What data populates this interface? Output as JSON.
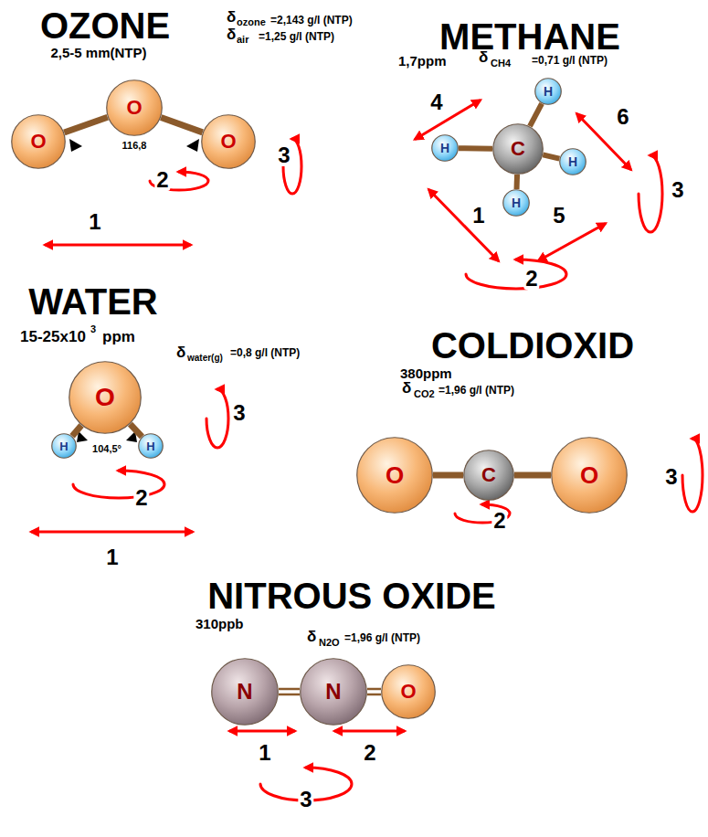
{
  "diagram": {
    "nodes": [
      {
        "text": [
          "O"
        ]
      },
      {
        "text": [
          "O"
        ]
      },
      {
        "text": [
          "O"
        ]
      },
      {
        "text": [
          "H"
        ]
      },
      {
        "text": [
          "H"
        ]
      },
      {
        "text": [
          "C"
        ]
      },
      {
        "text": [
          "H"
        ]
      },
      {
        "text": [
          "H"
        ]
      },
      {
        "text": [
          "O"
        ]
      },
      {
        "text": [
          "H"
        ]
      },
      {
        "text": [
          "H"
        ]
      },
      {
        "text": [
          "O"
        ]
      },
      {
        "text": [
          "C"
        ]
      },
      {
        "text": [
          "O"
        ]
      },
      {
        "text": [
          "N"
        ]
      },
      {
        "text": [
          "N"
        ]
      },
      {
        "text": [
          "O"
        ]
      }
    ],
    "edges": [
      {
        "from": 0,
        "to": 1,
        "arrow": "none"
      },
      {
        "from": 0,
        "to": 2,
        "arrow": "none"
      },
      {
        "from": 5,
        "to": 3,
        "arrow": "none"
      },
      {
        "from": 5,
        "to": 4,
        "arrow": "none"
      },
      {
        "from": 5,
        "to": 6,
        "arrow": "none"
      },
      {
        "from": 5,
        "to": 7,
        "arrow": "none"
      },
      {
        "from": 8,
        "to": 9,
        "arrow": "none"
      },
      {
        "from": 8,
        "to": 10,
        "arrow": "none"
      },
      {
        "from": 11,
        "to": 12,
        "arrow": "none"
      },
      {
        "from": 12,
        "to": 13,
        "arrow": "none"
      },
      {
        "from": 14,
        "to": 15,
        "arrow": "none"
      },
      {
        "from": 15,
        "to": 16,
        "arrow": "none"
      }
    ],
    "labels": [
      "OZONE",
      "2,5-5 mm(NTP)",
      "δ",
      "ozone",
      "=2,143 g/l (NTP)",
      "δ",
      "air",
      "=1,25 g/l (NTP)",
      "116,8",
      "3",
      "2",
      "1",
      "METHANE",
      "1,7ppm",
      "δ",
      "CH4",
      "=0,71 g/l (NTP)",
      "4",
      "6",
      "3",
      "1",
      "5",
      "2",
      "WATER",
      "15-25x10",
      "3",
      "ppm",
      "δ",
      "water(g)",
      "=0,8 g/l (NTP)",
      "104,5°",
      "3",
      "2",
      "1",
      "COLDIOXID",
      "380ppm",
      "δ",
      "CO2",
      "=1,96 g/l (NTP)",
      "2",
      "3",
      "NITROUS OXIDE",
      "310ppb",
      "δ",
      "N2O",
      "=1,96 g/l (NTP)",
      "1",
      "2",
      "3"
    ]
  }
}
